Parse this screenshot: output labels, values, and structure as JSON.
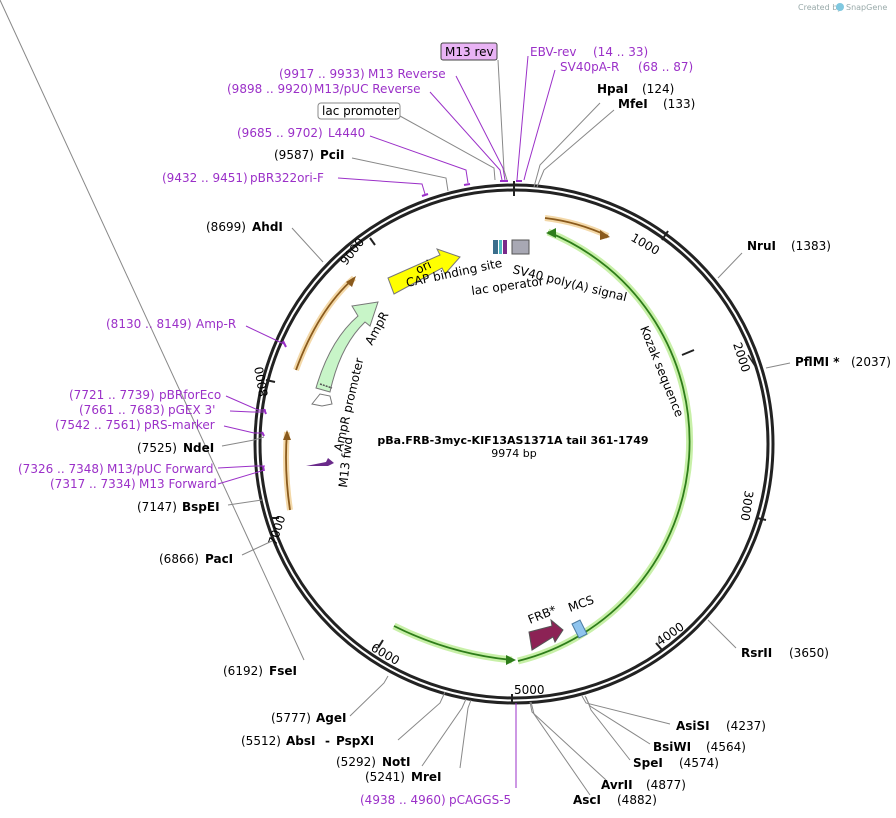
{
  "credit": "Created by",
  "brand": "SnapGene",
  "plasmid": {
    "name": "pBa.FRB-3myc-KIF13AS1371A tail 361-1749",
    "length": "9974 bp"
  },
  "ticks": [
    "1000",
    "2000",
    "3000",
    "4000",
    "5000",
    "6000",
    "7000",
    "8000",
    "9000"
  ],
  "enzymes": [
    {
      "name": "HpaI",
      "pos": "(124)"
    },
    {
      "name": "MfeI",
      "pos": "(133)"
    },
    {
      "name": "NruI",
      "pos": "(1383)"
    },
    {
      "name": "PflMI *",
      "pos": "(2037)"
    },
    {
      "name": "RsrII",
      "pos": "(3650)"
    },
    {
      "name": "AsiSI",
      "pos": "(4237)"
    },
    {
      "name": "BsiWI",
      "pos": "(4564)"
    },
    {
      "name": "SpeI",
      "pos": "(4574)"
    },
    {
      "name": "AvrII",
      "pos": "(4877)"
    },
    {
      "name": "AscI",
      "pos": "(4882)"
    },
    {
      "name": "MreI",
      "pos": "(5241)"
    },
    {
      "name": "NotI",
      "pos": "(5292)"
    },
    {
      "name": "AbsI",
      "sep": "-",
      "name2": "PspXI",
      "pos": "(5512)"
    },
    {
      "name": "AgeI",
      "pos": "(5777)"
    },
    {
      "name": "FseI",
      "pos": "(6192)"
    },
    {
      "name": "PacI",
      "pos": "(6866)"
    },
    {
      "name": "BspEI",
      "pos": "(7147)"
    },
    {
      "name": "NdeI",
      "pos": "(7525)"
    },
    {
      "name": "AhdI",
      "pos": "(8699)"
    },
    {
      "name": "PciI",
      "pos": "(9587)"
    }
  ],
  "primers": [
    {
      "name": "M13 rev"
    },
    {
      "name": "EBV-rev",
      "range": "(14 .. 33)"
    },
    {
      "name": "SV40pA-R",
      "range": "(68 .. 87)"
    },
    {
      "name": "M13 Reverse",
      "range": "(9917 .. 9933)"
    },
    {
      "name": "M13/pUC Reverse",
      "range": "(9898 .. 9920)"
    },
    {
      "name": "L4440",
      "range": "(9685 .. 9702)"
    },
    {
      "name": "pBR322ori-F",
      "range": "(9432 .. 9451)"
    },
    {
      "name": "Amp-R",
      "range": "(8130 .. 8149)"
    },
    {
      "name": "pBRforEco",
      "range": "(7721 .. 7739)"
    },
    {
      "name": "pGEX 3'",
      "range": "(7661 .. 7683)"
    },
    {
      "name": "pRS-marker",
      "range": "(7542 .. 7561)"
    },
    {
      "name": "M13/pUC Forward",
      "range": "(7326 .. 7348)"
    },
    {
      "name": "M13 Forward",
      "range": "(7317 .. 7334)"
    },
    {
      "name": "pCAGGS-5",
      "range": "(4938 .. 4960)"
    }
  ],
  "promoter": "lac promoter",
  "features": {
    "ori": "ori",
    "ampr": "AmpR",
    "ampr_promoter": "AmpR promoter",
    "m13_fwd": "M13 fwd",
    "cap": "CAP binding site",
    "lac_operator": "lac operator",
    "sv40": "SV40 poly(A) signal",
    "kozak": "Kozak sequence",
    "frb": "FRB*",
    "mcs": "MCS"
  },
  "colors": {
    "purple": "#9b30c8",
    "orange": "#e8a84a",
    "green": "#56b82c",
    "ori": "#ffff00",
    "ampr": "#c8f5c8",
    "frb": "#8c2255",
    "mcs": "#8fc4ee",
    "m13rev_box": "#e9b3f5"
  }
}
